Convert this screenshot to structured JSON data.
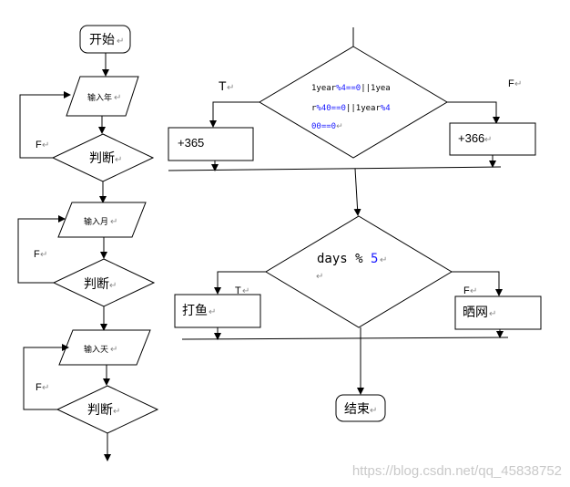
{
  "left_flow": {
    "start": "开始",
    "input_year": "输入年",
    "judge_1": "判断",
    "input_month": "输入月",
    "judge_2": "判断",
    "input_day": "输入天",
    "judge_3": "判断",
    "loop_label_1": "F",
    "loop_label_2": "F",
    "loop_label_3": "F"
  },
  "right_flow": {
    "cond1_line1": "1year%4==0||1yea",
    "cond1_line2": "r%40==0||1year%4",
    "cond1_line3": "00==0",
    "true_label": "T",
    "false_label": "F",
    "box_true": "+365",
    "box_false": "+366",
    "cond2_prefix": "days % ",
    "cond2_mod": "5",
    "true_label_2": "T",
    "false_label_2": "F",
    "box_fish": "打鱼",
    "box_net": "晒网",
    "end": "结束"
  },
  "return_mark": "↵",
  "watermark": "https://blog.csdn.net/qq_45838752"
}
